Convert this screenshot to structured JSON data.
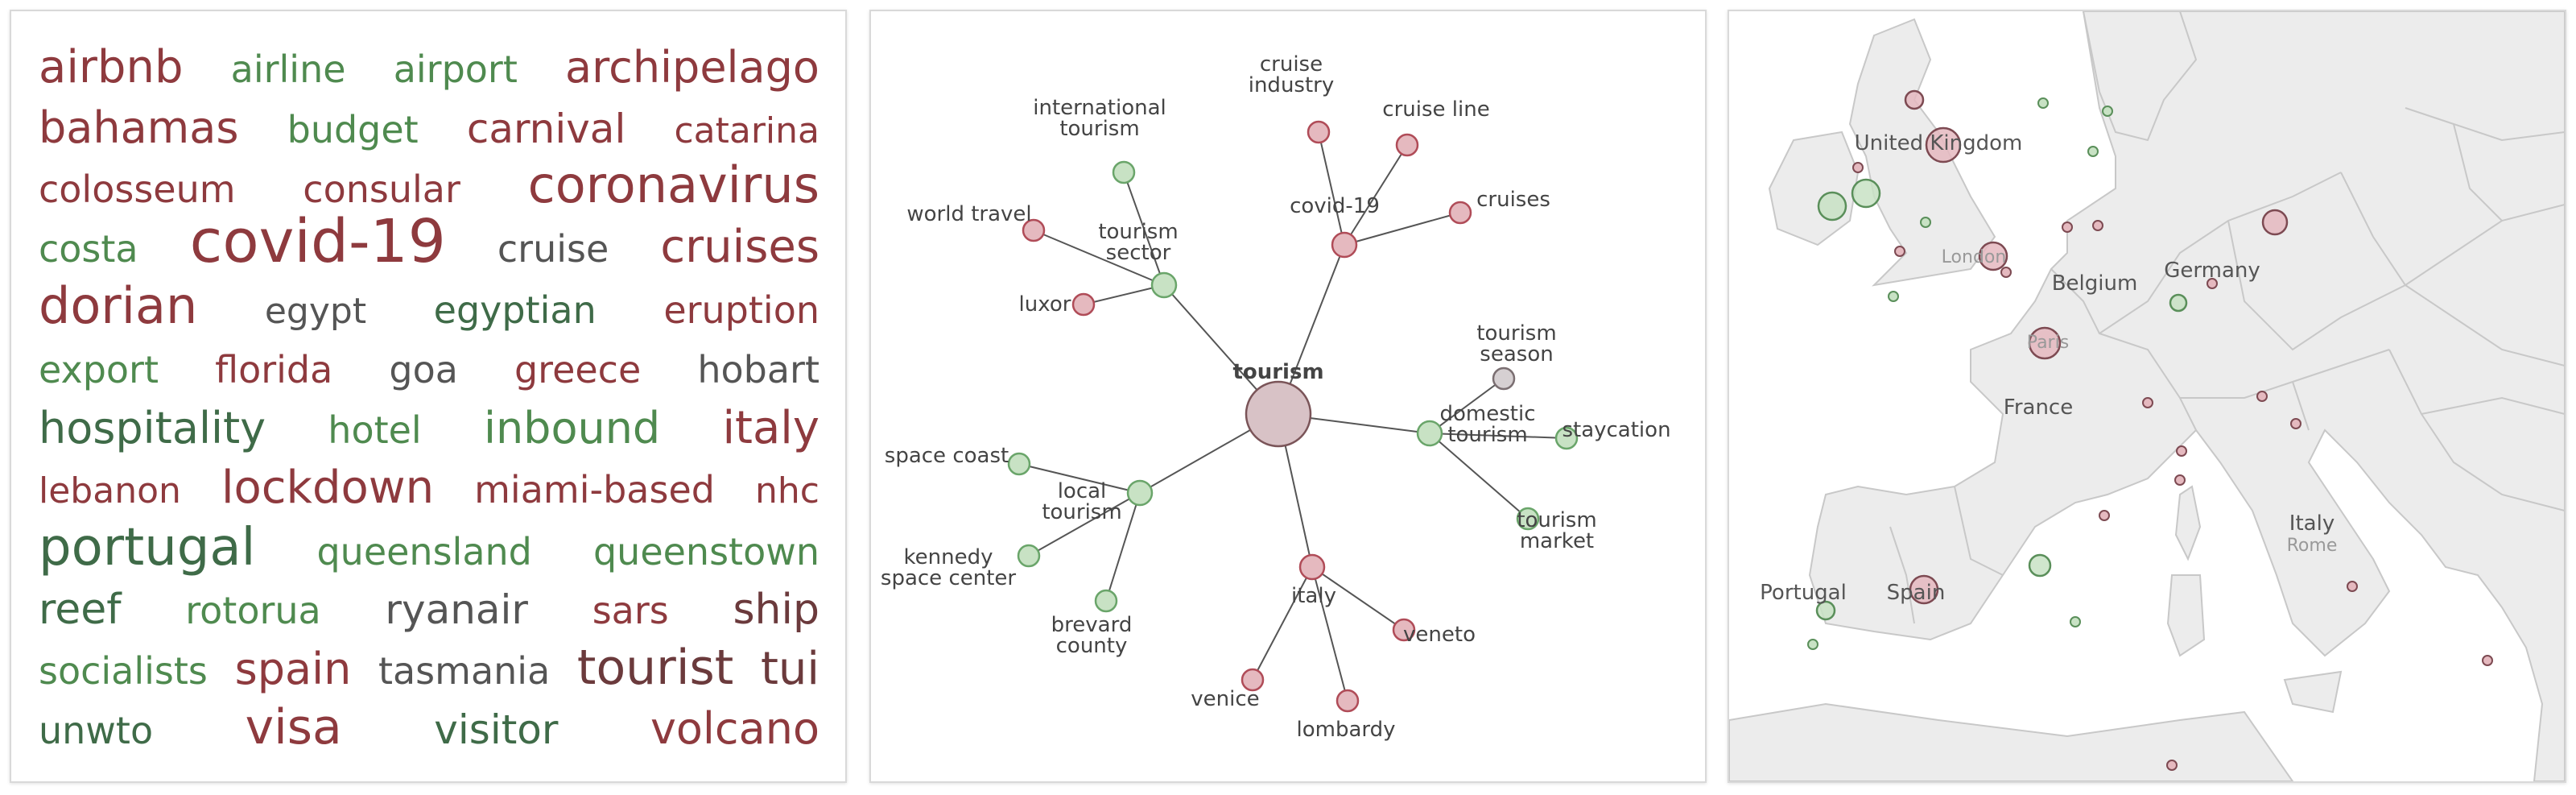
{
  "colors": {
    "red": "#8e3a3e",
    "green": "#4f8a4f",
    "dark_red": "#6b3a3c",
    "dark_green": "#3f6b48",
    "neutral": "#555555",
    "node_red_fill": "#e5b9bf",
    "node_red_stroke": "#b04c58",
    "node_green_fill": "#c8e2c4",
    "node_green_stroke": "#6aa56a",
    "node_center_fill": "#d8c2c6",
    "node_center_stroke": "#7a5458",
    "map_land": "#ececec",
    "map_border": "#c8c8c8",
    "map_sea": "#ffffff"
  },
  "word_cloud": {
    "rows": [
      [
        {
          "text": "airbnb",
          "size": 56,
          "tone": "red"
        },
        {
          "text": "airline",
          "size": 46,
          "tone": "green"
        },
        {
          "text": "airport",
          "size": 46,
          "tone": "green"
        },
        {
          "text": "archipelago",
          "size": 54,
          "tone": "red"
        }
      ],
      [
        {
          "text": "bahamas",
          "size": 54,
          "tone": "red"
        },
        {
          "text": "budget",
          "size": 46,
          "tone": "green"
        },
        {
          "text": "carnival",
          "size": 50,
          "tone": "red"
        },
        {
          "text": "catarina",
          "size": 44,
          "tone": "red"
        }
      ],
      [
        {
          "text": "colosseum",
          "size": 46,
          "tone": "red"
        },
        {
          "text": "consular",
          "size": 46,
          "tone": "red"
        },
        {
          "text": "coronavirus",
          "size": 62,
          "tone": "red"
        }
      ],
      [
        {
          "text": "costa",
          "size": 46,
          "tone": "green"
        },
        {
          "text": "covid-19",
          "size": 74,
          "tone": "red"
        },
        {
          "text": "cruise",
          "size": 46,
          "tone": "neutral"
        },
        {
          "text": "cruises",
          "size": 56,
          "tone": "red"
        }
      ],
      [
        {
          "text": "dorian",
          "size": 62,
          "tone": "red"
        },
        {
          "text": "egypt",
          "size": 44,
          "tone": "neutral"
        },
        {
          "text": "egyptian",
          "size": 46,
          "tone": "dark_green"
        },
        {
          "text": "eruption",
          "size": 46,
          "tone": "red"
        }
      ],
      [
        {
          "text": "export",
          "size": 46,
          "tone": "green"
        },
        {
          "text": "florida",
          "size": 46,
          "tone": "red"
        },
        {
          "text": "goa",
          "size": 46,
          "tone": "neutral"
        },
        {
          "text": "greece",
          "size": 46,
          "tone": "red"
        },
        {
          "text": "hobart",
          "size": 46,
          "tone": "neutral"
        }
      ],
      [
        {
          "text": "hospitality",
          "size": 54,
          "tone": "dark_green"
        },
        {
          "text": "hotel",
          "size": 46,
          "tone": "green"
        },
        {
          "text": "inbound",
          "size": 54,
          "tone": "green"
        },
        {
          "text": "italy",
          "size": 56,
          "tone": "red"
        }
      ],
      [
        {
          "text": "lebanon",
          "size": 44,
          "tone": "red"
        },
        {
          "text": "lockdown",
          "size": 56,
          "tone": "red"
        },
        {
          "text": "miami-based",
          "size": 46,
          "tone": "red"
        },
        {
          "text": "nhc",
          "size": 44,
          "tone": "red"
        }
      ],
      [
        {
          "text": "portugal",
          "size": 64,
          "tone": "dark_green"
        },
        {
          "text": "queensland",
          "size": 46,
          "tone": "green"
        },
        {
          "text": "queenstown",
          "size": 46,
          "tone": "green"
        }
      ],
      [
        {
          "text": "reef",
          "size": 52,
          "tone": "dark_green"
        },
        {
          "text": "rotorua",
          "size": 46,
          "tone": "green"
        },
        {
          "text": "ryanair",
          "size": 50,
          "tone": "neutral"
        },
        {
          "text": "sars",
          "size": 46,
          "tone": "red"
        },
        {
          "text": "ship",
          "size": 52,
          "tone": "dark_red"
        }
      ],
      [
        {
          "text": "socialists",
          "size": 46,
          "tone": "green"
        },
        {
          "text": "spain",
          "size": 54,
          "tone": "red"
        },
        {
          "text": "tasmania",
          "size": 46,
          "tone": "neutral"
        },
        {
          "text": "tourist",
          "size": 60,
          "tone": "dark_red"
        },
        {
          "text": "tui",
          "size": 56,
          "tone": "dark_red"
        }
      ],
      [
        {
          "text": "unwto",
          "size": 46,
          "tone": "dark_green"
        },
        {
          "text": "visa",
          "size": 60,
          "tone": "red"
        },
        {
          "text": "visitor",
          "size": 50,
          "tone": "dark_green"
        },
        {
          "text": "volcano",
          "size": 54,
          "tone": "red"
        }
      ]
    ]
  },
  "graph": {
    "center": {
      "label": "tourism"
    },
    "hubs": [
      {
        "label": "covid-19",
        "tone": "red"
      },
      {
        "label": "tourism sector",
        "tone": "green"
      },
      {
        "label": "domestic tourism",
        "tone": "green"
      },
      {
        "label": "local tourism",
        "tone": "green"
      },
      {
        "label": "italy",
        "tone": "red"
      }
    ],
    "leaves": [
      {
        "label": "cruise industry",
        "tone": "red"
      },
      {
        "label": "cruise line",
        "tone": "red"
      },
      {
        "label": "cruises",
        "tone": "red"
      },
      {
        "label": "international tourism",
        "tone": "green"
      },
      {
        "label": "world travel",
        "tone": "red"
      },
      {
        "label": "luxor",
        "tone": "red"
      },
      {
        "label": "tourism season",
        "tone": "neutral"
      },
      {
        "label": "staycation",
        "tone": "green"
      },
      {
        "label": "tourism market",
        "tone": "green"
      },
      {
        "label": "space coast",
        "tone": "green"
      },
      {
        "label": "kennedy space center",
        "tone": "green"
      },
      {
        "label": "brevard county",
        "tone": "green"
      },
      {
        "label": "venice",
        "tone": "red"
      },
      {
        "label": "lombardy",
        "tone": "red"
      },
      {
        "label": "veneto",
        "tone": "red"
      }
    ]
  },
  "map": {
    "labels": [
      "United Kingdom",
      "London",
      "Belgium",
      "Germany",
      "Paris",
      "France",
      "Italy",
      "Rome",
      "Portugal",
      "Spain"
    ],
    "markers": [
      {
        "name": "uk-large",
        "tone": "red"
      },
      {
        "name": "ireland-west",
        "tone": "green"
      },
      {
        "name": "ireland-east",
        "tone": "green"
      },
      {
        "name": "scotland",
        "tone": "red"
      },
      {
        "name": "paris",
        "tone": "red"
      },
      {
        "name": "london",
        "tone": "red"
      },
      {
        "name": "germany-east",
        "tone": "red"
      },
      {
        "name": "spain",
        "tone": "red"
      },
      {
        "name": "barcelona",
        "tone": "green"
      },
      {
        "name": "france-south",
        "tone": "green"
      },
      {
        "name": "portugal",
        "tone": "green"
      }
    ]
  }
}
